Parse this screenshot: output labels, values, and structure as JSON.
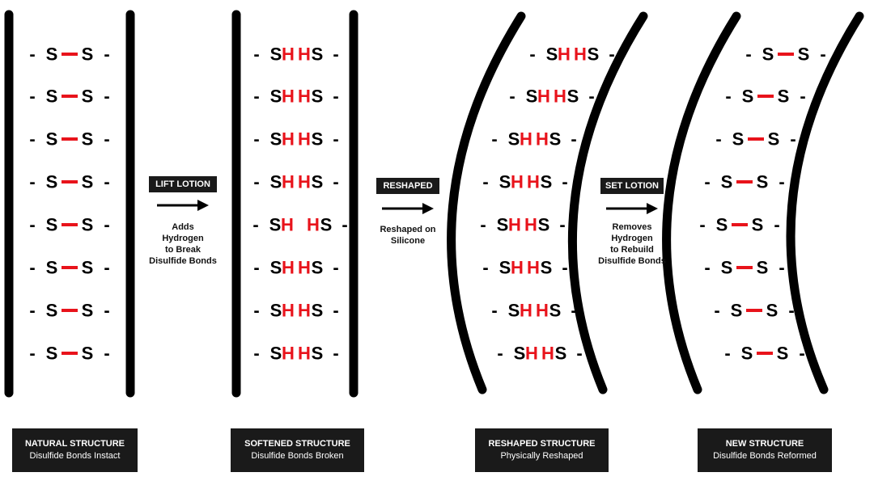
{
  "colors": {
    "ink": "#000000",
    "hydrogen": "#e8131b",
    "bond": "#e8131b",
    "label_bg": "#1a1a1a",
    "text_light": "#ffffff"
  },
  "stages": [
    {
      "id": "natural",
      "title": "NATURAL STRUCTURE",
      "subtitle": "Disulfide Bonds Instact",
      "state": "bonded"
    },
    {
      "id": "softened",
      "title": "SOFTENED STRUCTURE",
      "subtitle": "Disulfide Bonds Broken",
      "state": "broken"
    },
    {
      "id": "reshaped",
      "title": "RESHAPED STRUCTURE",
      "subtitle": "Physically Reshaped",
      "state": "broken"
    },
    {
      "id": "new",
      "title": "NEW STRUCTURE",
      "subtitle": "Disulfide Bonds Reformed",
      "state": "bonded"
    }
  ],
  "steps": [
    {
      "id": "lift",
      "label": "LIFT LOTION",
      "note": [
        "Adds",
        "Hydrogen",
        "to Break",
        "Disulfide Bonds"
      ]
    },
    {
      "id": "reshaped",
      "label": "RESHAPED",
      "note": [
        "Reshaped on",
        "Silicone"
      ]
    },
    {
      "id": "set",
      "label": "SET LOTION",
      "note": [
        "Removes",
        "Hydrogen",
        "to Rebuild",
        "Disulfide Bonds"
      ]
    }
  ],
  "atoms": {
    "sulfur": "S",
    "hydrogen": "H",
    "edge_dash": "-"
  },
  "bonds_per_stage": 8
}
